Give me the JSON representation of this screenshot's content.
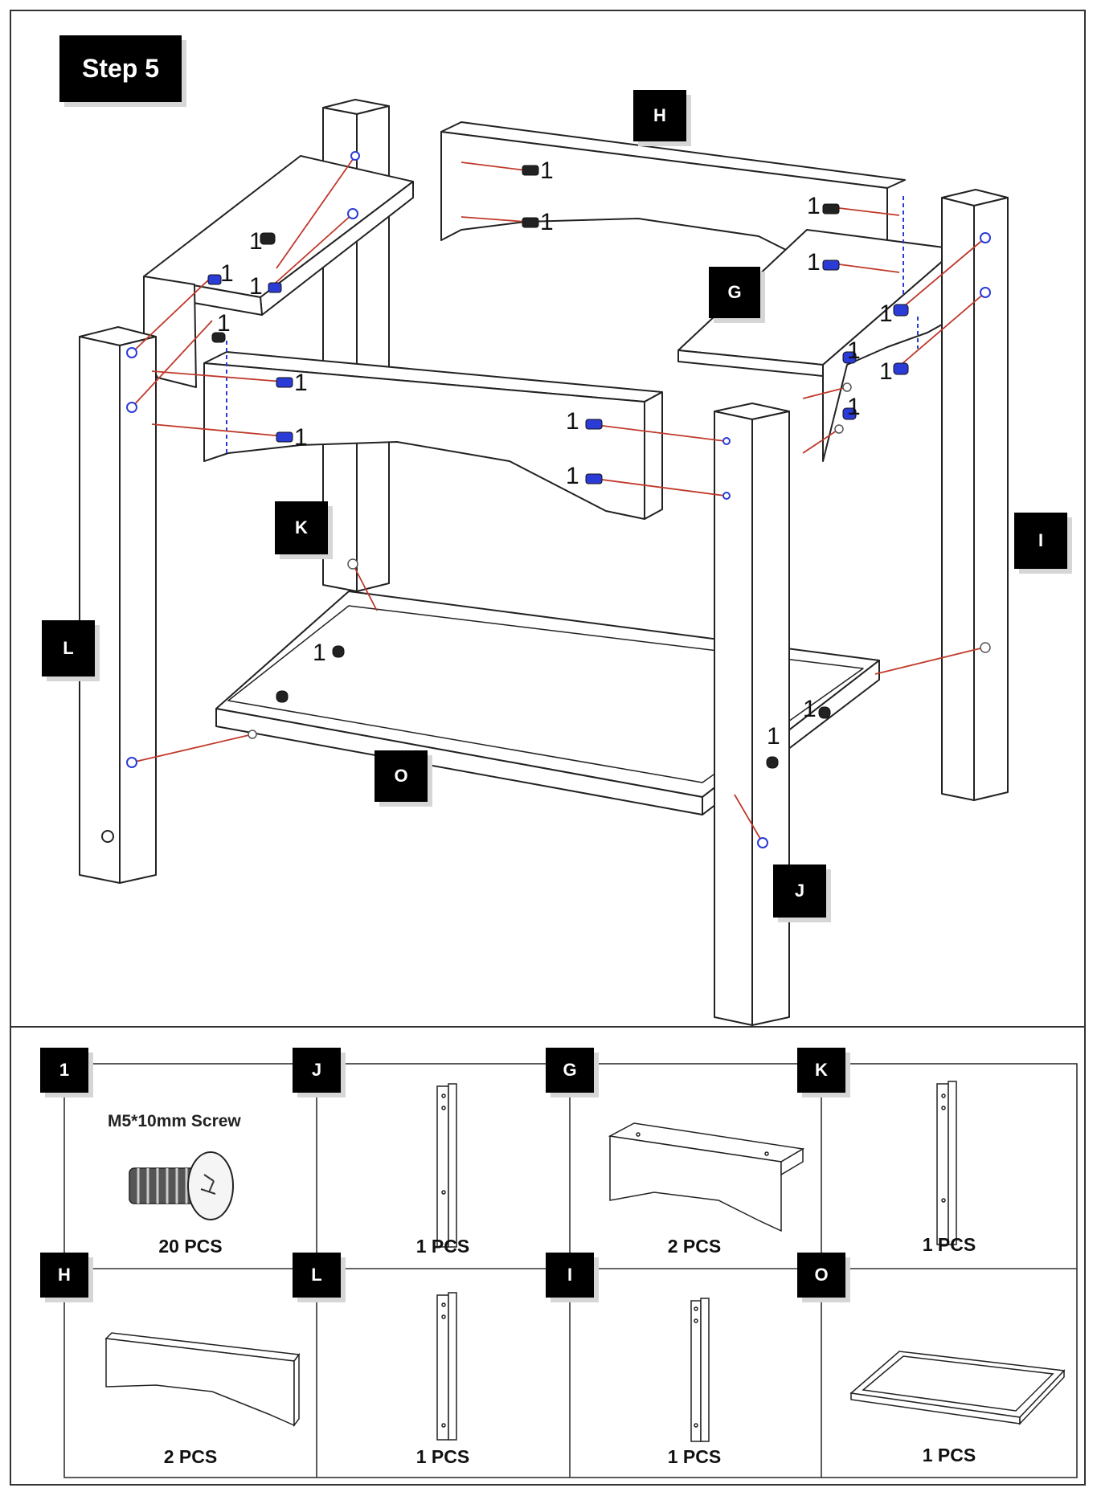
{
  "step_label": "Step 5",
  "part_labels": {
    "H": "H",
    "G": "G",
    "K": "K",
    "I": "I",
    "L": "L",
    "O": "O",
    "J": "J"
  },
  "screw_count_mark": "1",
  "parts_list": [
    {
      "label": "1",
      "name": "M5*10mm Screw",
      "qty": "20 PCS",
      "icon": "screw-icon"
    },
    {
      "label": "J",
      "qty": "1 PCS",
      "icon": "leg-icon"
    },
    {
      "label": "G",
      "qty": "2 PCS",
      "icon": "side-bracket-icon"
    },
    {
      "label": "K",
      "qty": "1 PCS",
      "icon": "leg-icon"
    },
    {
      "label": "H",
      "qty": "2 PCS",
      "icon": "apron-icon"
    },
    {
      "label": "L",
      "qty": "1 PCS",
      "icon": "leg-icon"
    },
    {
      "label": "I",
      "qty": "1 PCS",
      "icon": "leg-icon"
    },
    {
      "label": "O",
      "qty": "1 PCS",
      "icon": "shelf-icon"
    }
  ],
  "colors": {
    "screw": "#2b3bd6",
    "guide_line": "#c0392b",
    "outline": "#222222"
  }
}
